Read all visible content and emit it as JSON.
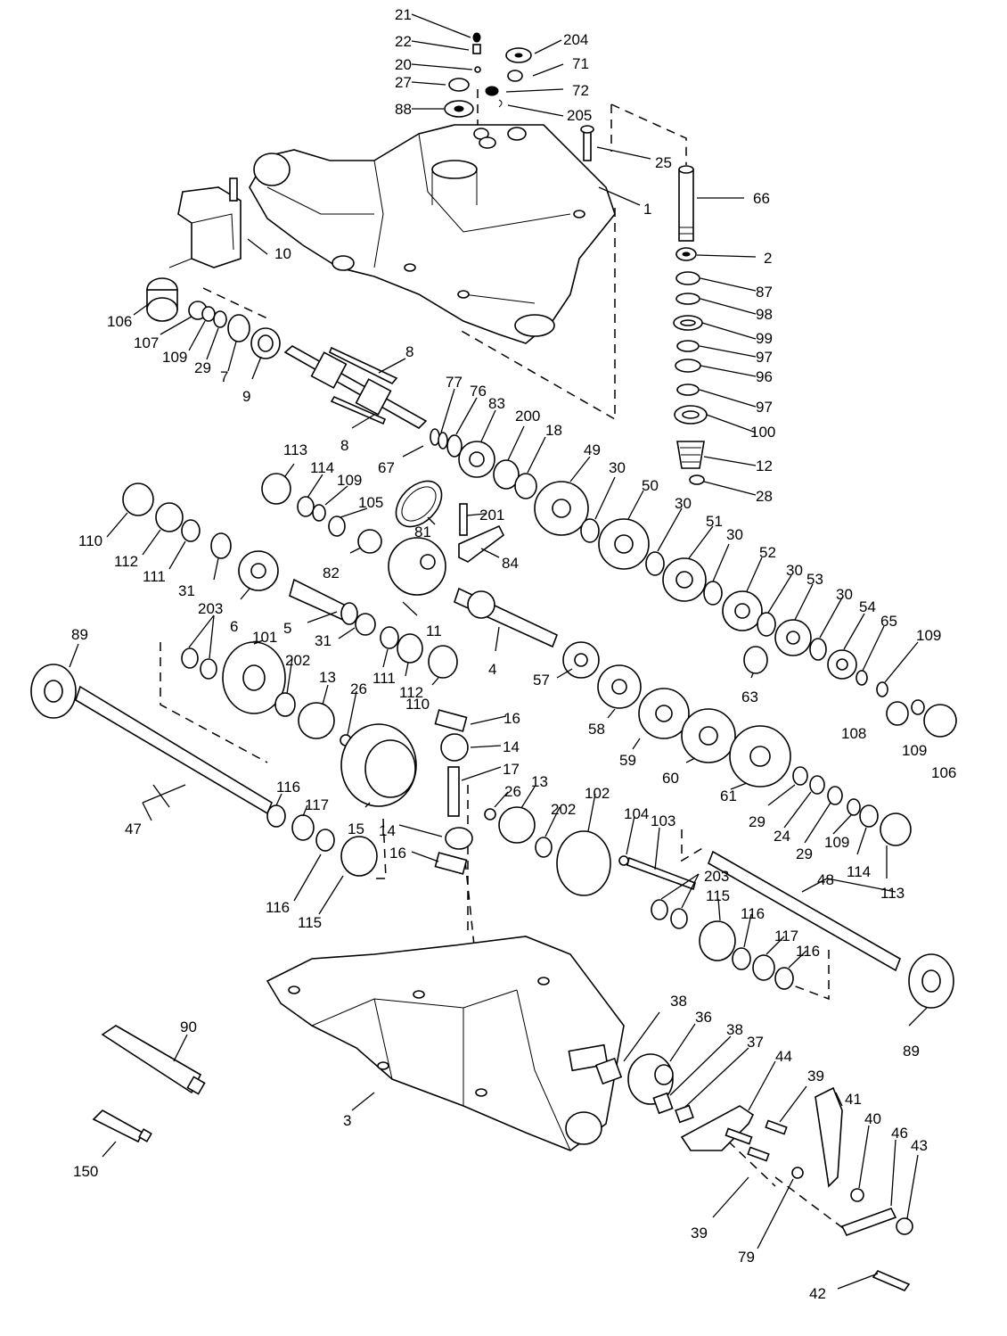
{
  "diagram": {
    "labels": [
      "21",
      "22",
      "20",
      "27",
      "88",
      "204",
      "71",
      "72",
      "205",
      "25",
      "1",
      "66",
      "10",
      "2",
      "87",
      "98",
      "99",
      "97",
      "96",
      "97",
      "100",
      "12",
      "28",
      "106",
      "107",
      "109",
      "29",
      "7",
      "9",
      "8",
      "8",
      "77",
      "76",
      "83",
      "67",
      "200",
      "18",
      "49",
      "30",
      "50",
      "30",
      "51",
      "30",
      "52",
      "30",
      "53",
      "30",
      "54",
      "65",
      "109",
      "113",
      "114",
      "109",
      "105",
      "201",
      "81",
      "84",
      "82",
      "110",
      "112",
      "111",
      "31",
      "6",
      "203",
      "5",
      "31",
      "11",
      "101",
      "202",
      "13",
      "26",
      "111",
      "112",
      "110",
      "4",
      "57",
      "58",
      "59",
      "60",
      "61",
      "63",
      "108",
      "109",
      "106",
      "89",
      "16",
      "14",
      "17",
      "47",
      "116",
      "117",
      "15",
      "116",
      "115",
      "26",
      "13",
      "202",
      "102",
      "104",
      "103",
      "29",
      "24",
      "29",
      "109",
      "114",
      "113",
      "14",
      "16",
      "203",
      "115",
      "116",
      "117",
      "116",
      "48",
      "89",
      "38",
      "36",
      "38",
      "37",
      "44",
      "39",
      "41",
      "40",
      "46",
      "43",
      "90",
      "3",
      "150",
      "39",
      "79",
      "42"
    ]
  }
}
